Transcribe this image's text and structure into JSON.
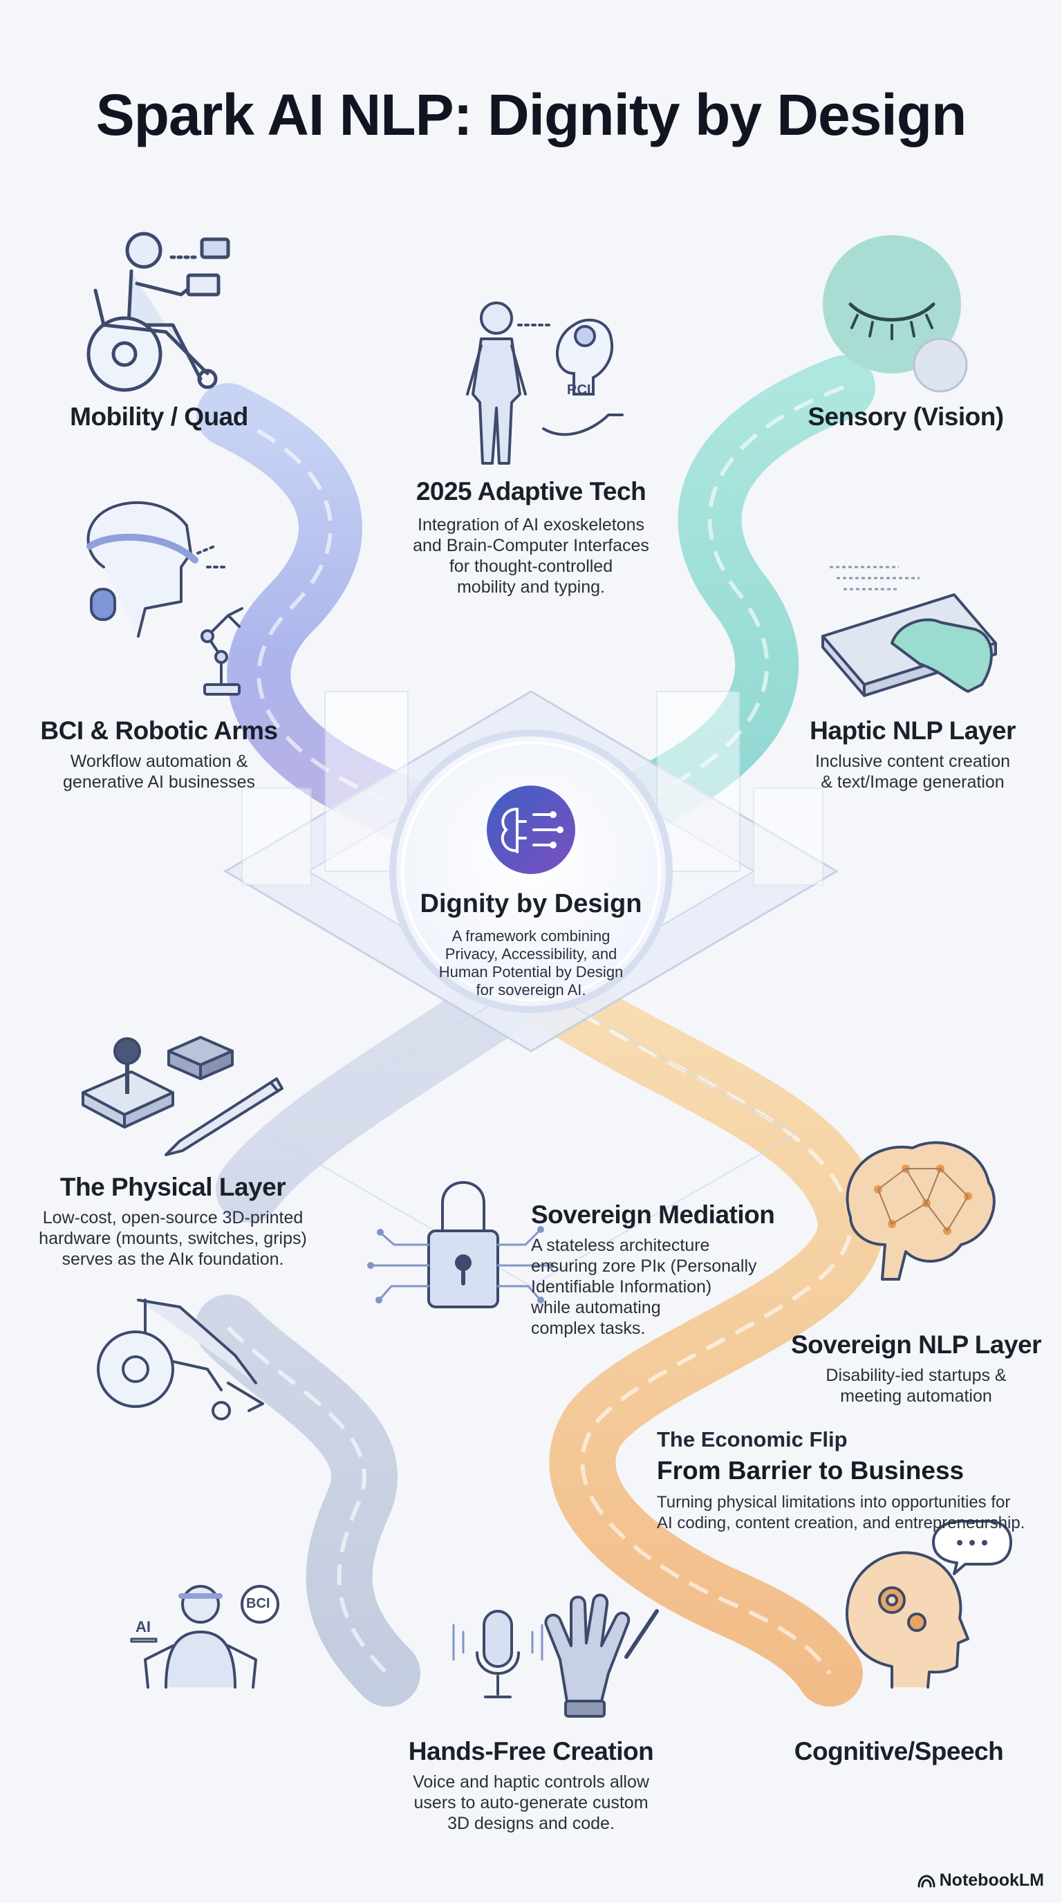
{
  "title": "Spark AI NLP: Dignity by Design",
  "nodes": {
    "mobility": {
      "title": "Mobility / Quad"
    },
    "adaptive": {
      "title": "2025 Adaptive Tech",
      "desc": [
        "Integration of AI exoskeletons",
        "and Brain-Computer Interfaces",
        "for thought-controlled",
        "mobility and typing."
      ]
    },
    "sensory": {
      "title": "Sensory (Vision)"
    },
    "bci_arms": {
      "title": "BCI & Robotic Arms",
      "desc": [
        "Workflow automation &",
        "generative AI businesses"
      ]
    },
    "haptic": {
      "title": "Haptic NLP Layer",
      "desc": [
        "Inclusive content creation",
        "& text/Image generation"
      ]
    },
    "hub": {
      "title": "Dignity by Design",
      "desc": [
        "A framework combining",
        "Privacy, Accessibility, and",
        "Human Potential by Design",
        "for sovereign AI."
      ]
    },
    "physical": {
      "title": "The Physical Layer",
      "desc": [
        "Low-cost, open-source 3D-printed",
        "hardware (mounts, switches, grips)",
        "serves as the AIĸ foundation."
      ]
    },
    "mediation": {
      "title": "Sovereign Mediation",
      "desc": [
        "A stateless architecture",
        "ensuring zore PIĸ (Personally",
        "Identifiable Information)",
        "while automating",
        "complex tasks."
      ]
    },
    "sovereign_nlp": {
      "title": "Sovereign NLP Layer",
      "desc": [
        "Disability-ied startups &",
        "meeting automation"
      ]
    },
    "flip": {
      "subtitle": "The Economic Flip",
      "title": "From Barrier to Business",
      "desc": [
        "Turning physical limitations into opportunities for",
        "AI coding, content creation, and entrepreneurship."
      ]
    },
    "handsfree": {
      "title": "Hands-Free Creation",
      "desc": [
        "Voice and haptic controls allow",
        "users to auto-generate custom",
        "3D designs and code."
      ]
    },
    "cognitive": {
      "title": "Cognitive/Speech"
    }
  },
  "icon_labels": {
    "bci_top": "RCI",
    "bci_bottom": "BCI",
    "ai_bottom": "AI"
  },
  "footer": {
    "brand": "NotebookLM"
  },
  "colors": {
    "path_blue_purple": "#8a9ae0",
    "path_teal": "#6ccfc0",
    "path_orange": "#f3b26a",
    "path_gray": "#c5ccde",
    "hub_icon": "#5b4fb8",
    "icon_stroke": "#3d4a6b"
  },
  "icons": [
    "wheelchair-user-icon",
    "exoskeleton-icon",
    "brain-icon",
    "eye-icon",
    "bci-headset-icon",
    "robotic-arm-icon",
    "haptic-pad-icon",
    "joystick-icon",
    "pen-icon",
    "padlock-circuit-icon",
    "brain-network-icon",
    "wheelchair-icon",
    "ai-figure-icon",
    "microphone-icon",
    "glove-icon",
    "head-gears-icon"
  ]
}
